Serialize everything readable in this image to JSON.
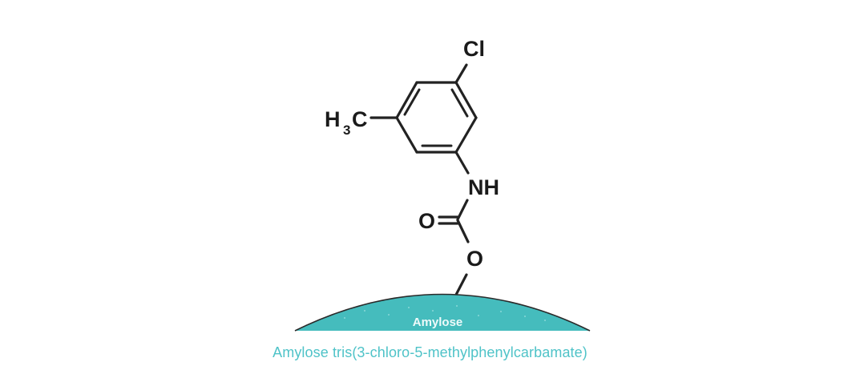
{
  "diagram": {
    "type": "chemical-structure",
    "atoms": {
      "chlorine": "Cl",
      "methyl_h": "H",
      "methyl_sub": "3",
      "methyl_c": "C",
      "amine": "NH",
      "carbonyl_oxygen": "O",
      "ester_oxygen": "O"
    },
    "support": {
      "label": "Amylose",
      "color": "#45bcbd"
    },
    "caption": "Amylose tris(3-chloro-5-methylphenylcarbamate)",
    "caption_color": "#4fc3c8"
  }
}
